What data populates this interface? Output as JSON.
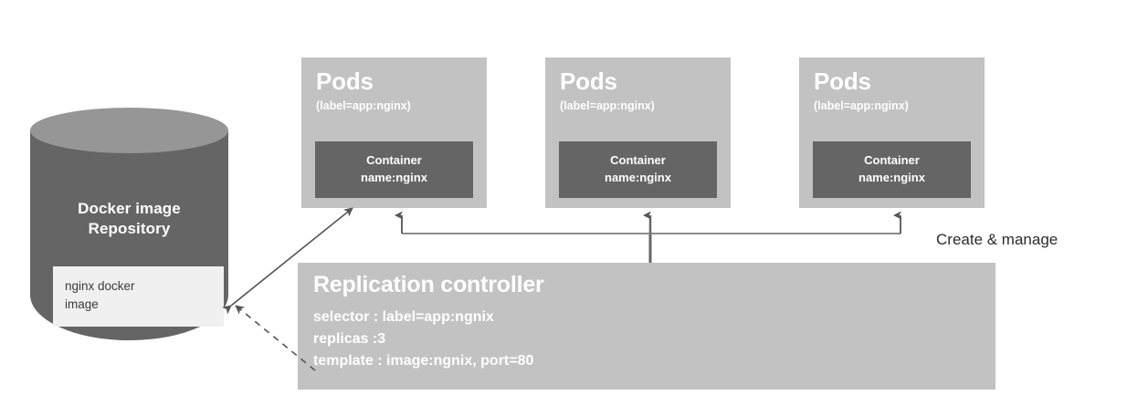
{
  "diagram": {
    "title": "Kubernetes replication controller and pods diagram",
    "colors": {
      "pod_background": "#c2c2c2",
      "container_background": "#656565",
      "controller_background": "#c2c2c2",
      "cylinder_body": "#656565",
      "cylinder_top": "#969696",
      "repo_inner_box": "#f0f0f0",
      "connector_line": "#666666",
      "label_text": "#2c2c2c",
      "on_dark_text": "#ffffff",
      "canvas_background": "#ffffff"
    }
  },
  "repository": {
    "title_line_1": "Docker image",
    "title_line_2": "Repository",
    "image_box_line_1": "nginx docker",
    "image_box_line_2": "image"
  },
  "pods": [
    {
      "title": "Pods",
      "label": "(label=app:nginx)",
      "container": {
        "title": "Container",
        "name": "name:nginx"
      }
    },
    {
      "title": "Pods",
      "label": "(label=app:nginx)",
      "container": {
        "title": "Container",
        "name": "name:nginx"
      }
    },
    {
      "title": "Pods",
      "label": "(label=app:nginx)",
      "container": {
        "title": "Container",
        "name": "name:nginx"
      }
    }
  ],
  "replication_controller": {
    "title": "Replication controller",
    "selector": "selector : label=app:ngnix",
    "replicas": "replicas :3",
    "template": "template : image:ngnix, port=80"
  },
  "connectors": {
    "create_manage_label": "Create & manage"
  }
}
